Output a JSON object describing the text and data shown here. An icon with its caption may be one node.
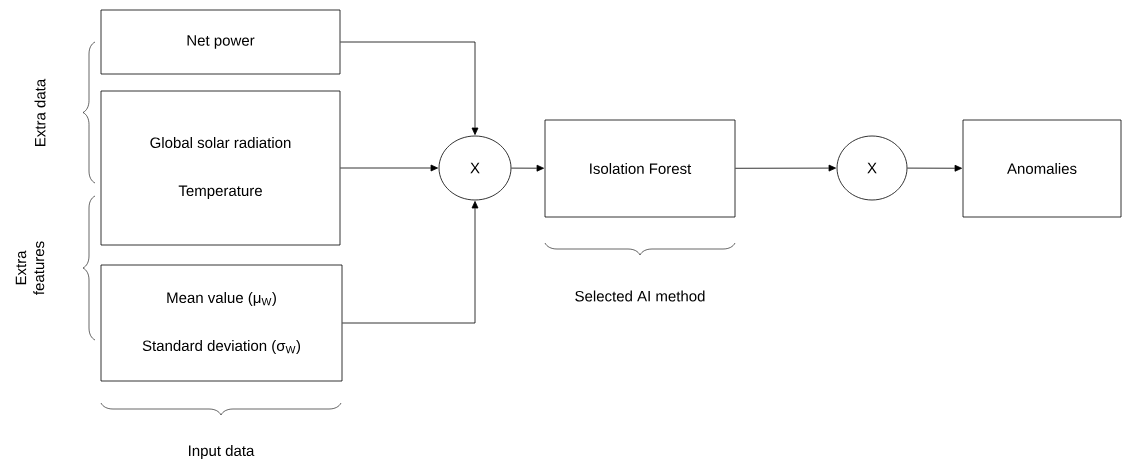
{
  "diagram": {
    "nodes": [
      {
        "text": [
          "Net power"
        ]
      },
      {
        "text": [
          "Global solar radiation",
          "Temperature"
        ]
      },
      {
        "text": [
          "Mean value (μ$_{W}$)",
          "Standard deviation (σ$_{W}$)"
        ]
      },
      {
        "text": [
          "X"
        ]
      },
      {
        "text": [
          "Isolation Forest"
        ]
      },
      {
        "text": [
          "X"
        ]
      },
      {
        "text": [
          "Anomalies"
        ]
      }
    ],
    "edges": [
      {
        "from": 0,
        "to": 3,
        "arrow": "to"
      },
      {
        "from": 1,
        "to": 3,
        "arrow": "to"
      },
      {
        "from": 2,
        "to": 3,
        "arrow": "to"
      },
      {
        "from": 3,
        "to": 4,
        "arrow": "to"
      },
      {
        "from": 4,
        "to": 5,
        "arrow": "to"
      },
      {
        "from": 5,
        "to": 6,
        "arrow": "to"
      }
    ],
    "labels": [
      "Extra data",
      "Extra features",
      "Selected AI method",
      "Input data"
    ]
  }
}
